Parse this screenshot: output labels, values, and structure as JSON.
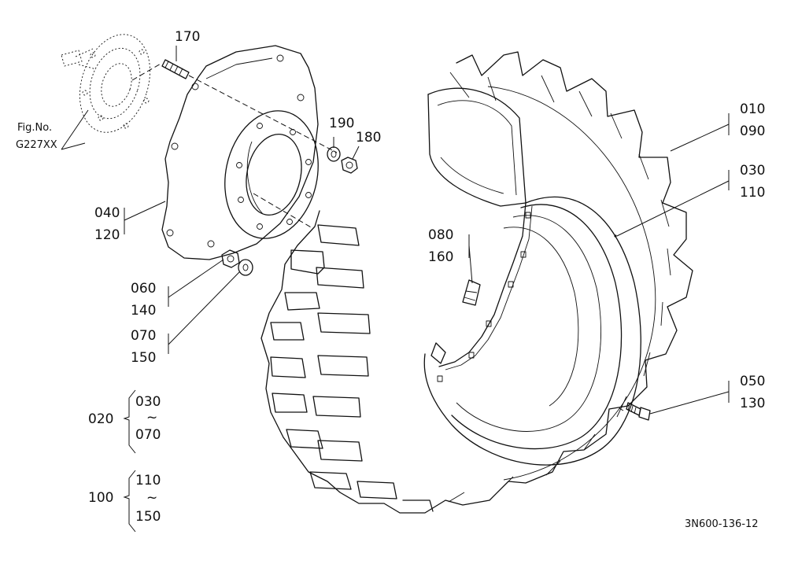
{
  "fig_ref": {
    "line1": "Fig.No.",
    "line2": "G227XX"
  },
  "callouts": {
    "c170": "170",
    "c190": "190",
    "c180": "180",
    "c010": "010",
    "c090": "090",
    "c030": "030",
    "c110": "110",
    "c040": "040",
    "c120": "120",
    "c080": "080",
    "c160": "160",
    "c060": "060",
    "c140": "140",
    "c070": "070",
    "c150": "150",
    "c050": "050",
    "c130": "130"
  },
  "groups": {
    "g020": {
      "label": "020",
      "from": "030",
      "tilde": "~",
      "to": "070"
    },
    "g100": {
      "label": "100",
      "from": "110",
      "tilde": "~",
      "to": "150"
    }
  },
  "drawing_number": "3N600-136-12"
}
